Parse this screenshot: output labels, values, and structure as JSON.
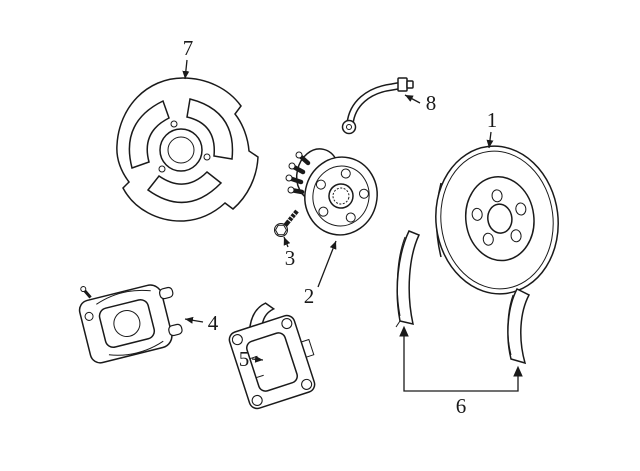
{
  "colors": {
    "background": "#ffffff",
    "line": "#1a1a1a"
  },
  "diagram_kind": "exploded parts diagram - disc brake components",
  "callouts": [
    {
      "n": "1",
      "part": "brake rotor"
    },
    {
      "n": "2",
      "part": "hub and bearing assembly"
    },
    {
      "n": "3",
      "part": "hub mounting bolt"
    },
    {
      "n": "4",
      "part": "brake caliper"
    },
    {
      "n": "5",
      "part": "caliper mounting bracket"
    },
    {
      "n": "6",
      "part": "brake pads"
    },
    {
      "n": "7",
      "part": "splash shield"
    },
    {
      "n": "8",
      "part": "brake hose"
    }
  ]
}
